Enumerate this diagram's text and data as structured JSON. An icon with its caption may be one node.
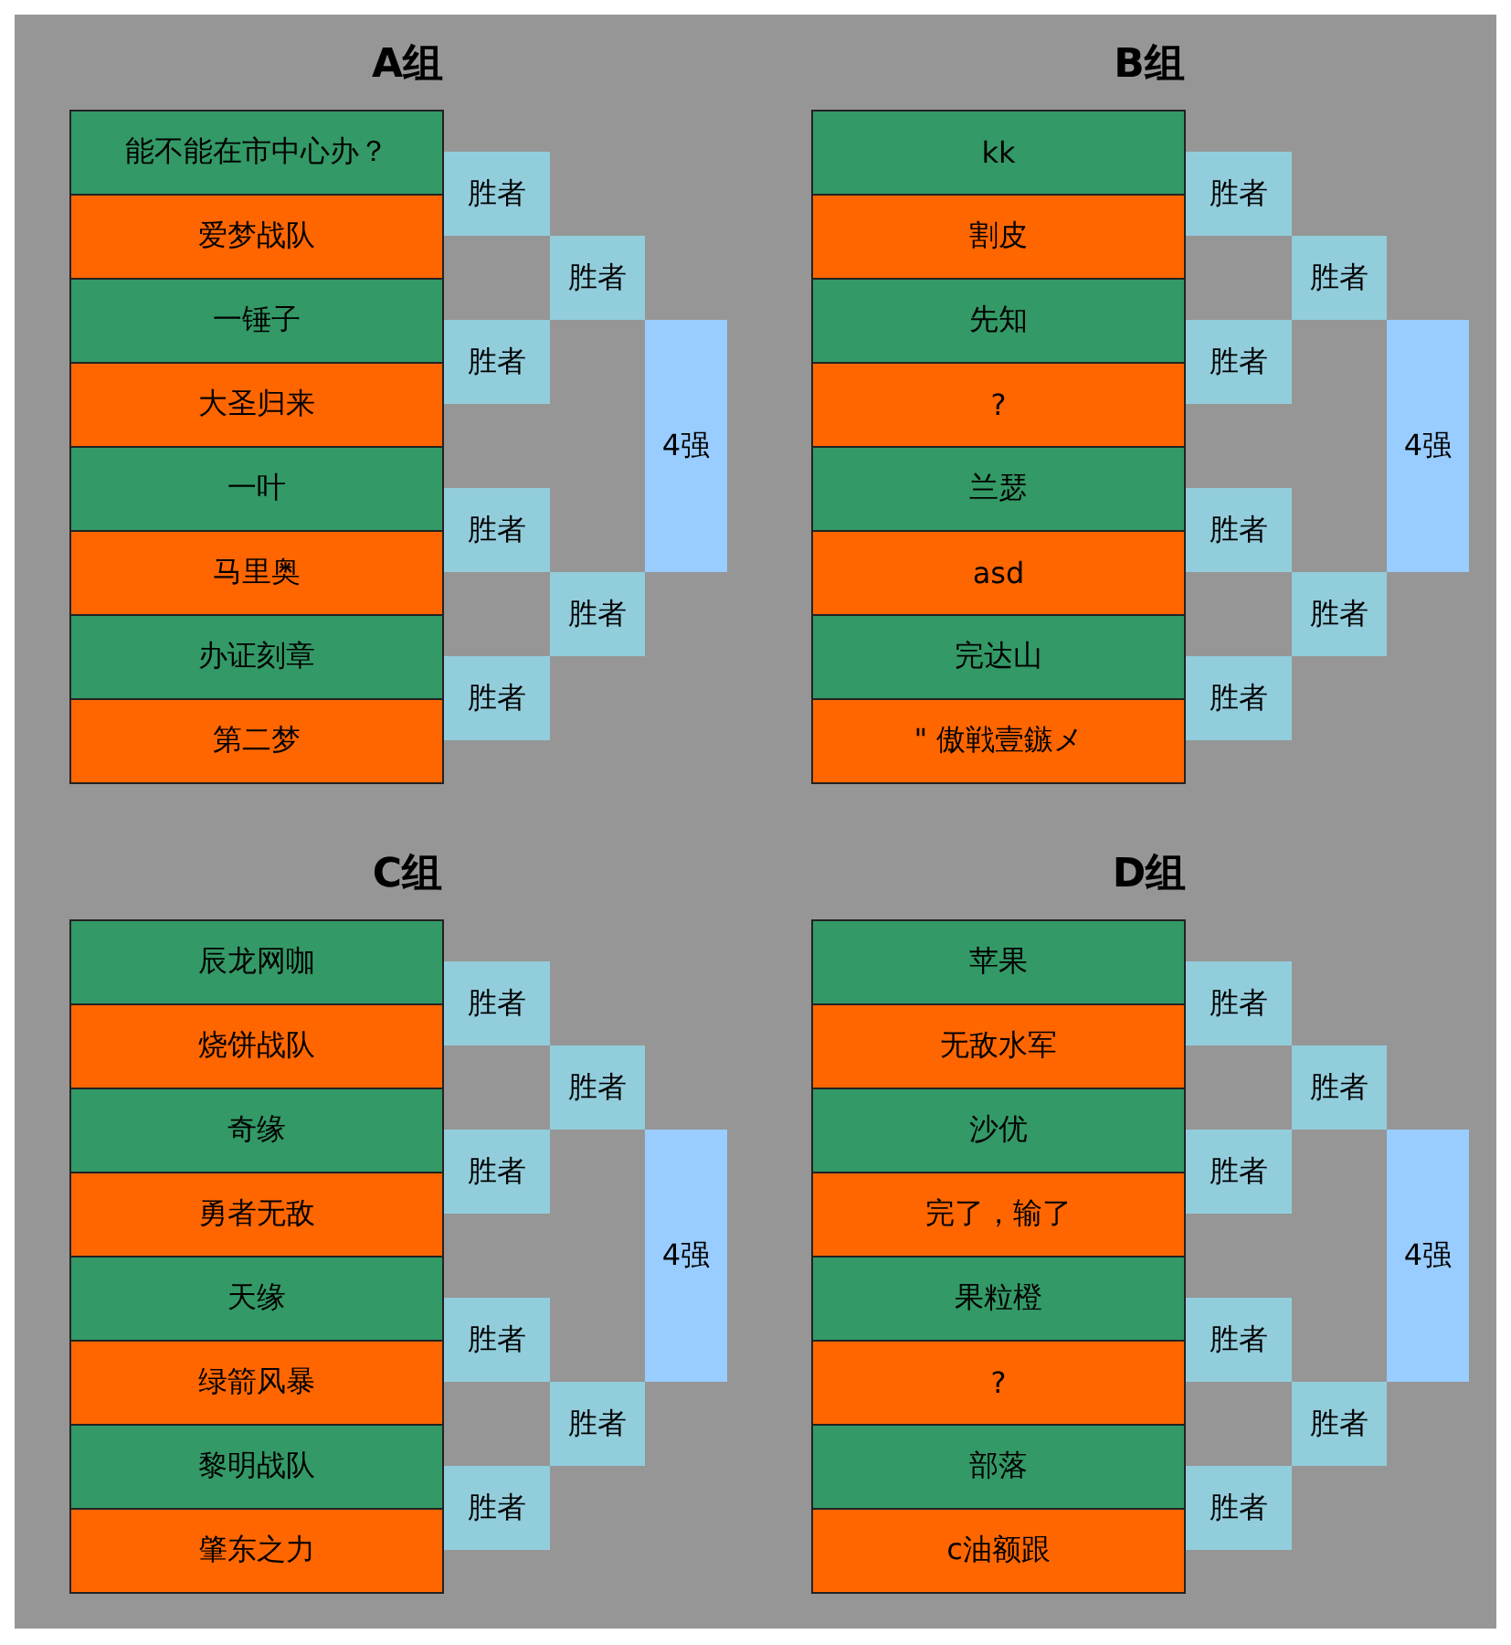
{
  "diagram": {
    "nodes": [
      {
        "text": [
          "A组"
        ]
      },
      {
        "text": [
          "能不能在市中心办？"
        ],
        "in": 0
      },
      {
        "text": [
          "爱梦战队"
        ],
        "in": 0
      },
      {
        "text": [
          "一锤子"
        ],
        "in": 0
      },
      {
        "text": [
          "大圣归来"
        ],
        "in": 0
      },
      {
        "text": [
          "一叶"
        ],
        "in": 0
      },
      {
        "text": [
          "马里奥"
        ],
        "in": 0
      },
      {
        "text": [
          "办证刻章"
        ],
        "in": 0
      },
      {
        "text": [
          "第二梦"
        ],
        "in": 0
      },
      {
        "text": [
          "胜者"
        ],
        "in": 0
      },
      {
        "text": [
          "胜者"
        ],
        "in": 0
      },
      {
        "text": [
          "胜者"
        ],
        "in": 0
      },
      {
        "text": [
          "胜者"
        ],
        "in": 0
      },
      {
        "text": [
          "胜者"
        ],
        "in": 0
      },
      {
        "text": [
          "胜者"
        ],
        "in": 0
      },
      {
        "text": [
          "4强"
        ],
        "in": 0
      },
      {
        "text": [
          "B组"
        ]
      },
      {
        "text": [
          "kk"
        ],
        "in": 16
      },
      {
        "text": [
          "割皮"
        ],
        "in": 16
      },
      {
        "text": [
          "先知"
        ],
        "in": 16
      },
      {
        "text": [
          "?"
        ],
        "in": 16
      },
      {
        "text": [
          "兰瑟"
        ],
        "in": 16
      },
      {
        "text": [
          "asd"
        ],
        "in": 16
      },
      {
        "text": [
          "完达山"
        ],
        "in": 16
      },
      {
        "text": [
          "\" 傲戦壹鏃メ"
        ],
        "in": 16
      },
      {
        "text": [
          "胜者"
        ],
        "in": 16
      },
      {
        "text": [
          "胜者"
        ],
        "in": 16
      },
      {
        "text": [
          "胜者"
        ],
        "in": 16
      },
      {
        "text": [
          "胜者"
        ],
        "in": 16
      },
      {
        "text": [
          "胜者"
        ],
        "in": 16
      },
      {
        "text": [
          "胜者"
        ],
        "in": 16
      },
      {
        "text": [
          "4强"
        ],
        "in": 16
      },
      {
        "text": [
          "C组"
        ]
      },
      {
        "text": [
          "辰龙网咖"
        ],
        "in": 32
      },
      {
        "text": [
          "烧饼战队"
        ],
        "in": 32
      },
      {
        "text": [
          "奇缘"
        ],
        "in": 32
      },
      {
        "text": [
          "勇者无敌"
        ],
        "in": 32
      },
      {
        "text": [
          "天缘"
        ],
        "in": 32
      },
      {
        "text": [
          "绿箭风暴"
        ],
        "in": 32
      },
      {
        "text": [
          "黎明战队"
        ],
        "in": 32
      },
      {
        "text": [
          "肇东之力"
        ],
        "in": 32
      },
      {
        "text": [
          "胜者"
        ],
        "in": 32
      },
      {
        "text": [
          "胜者"
        ],
        "in": 32
      },
      {
        "text": [
          "胜者"
        ],
        "in": 32
      },
      {
        "text": [
          "胜者"
        ],
        "in": 32
      },
      {
        "text": [
          "胜者"
        ],
        "in": 32
      },
      {
        "text": [
          "胜者"
        ],
        "in": 32
      },
      {
        "text": [
          "4强"
        ],
        "in": 32
      },
      {
        "text": [
          "D组"
        ]
      },
      {
        "text": [
          "苹果"
        ],
        "in": 48
      },
      {
        "text": [
          "无敌水军"
        ],
        "in": 48
      },
      {
        "text": [
          "沙优"
        ],
        "in": 48
      },
      {
        "text": [
          "完了，输了"
        ],
        "in": 48
      },
      {
        "text": [
          "果粒橙"
        ],
        "in": 48
      },
      {
        "text": [
          "?"
        ],
        "in": 48
      },
      {
        "text": [
          "部落"
        ],
        "in": 48
      },
      {
        "text": [
          "c油额跟"
        ],
        "in": 48
      },
      {
        "text": [
          "胜者"
        ],
        "in": 48
      },
      {
        "text": [
          "胜者"
        ],
        "in": 48
      },
      {
        "text": [
          "胜者"
        ],
        "in": 48
      },
      {
        "text": [
          "胜者"
        ],
        "in": 48
      },
      {
        "text": [
          "胜者"
        ],
        "in": 48
      },
      {
        "text": [
          "胜者"
        ],
        "in": 48
      },
      {
        "text": [
          "4强"
        ],
        "in": 48
      }
    ],
    "edges": []
  }
}
